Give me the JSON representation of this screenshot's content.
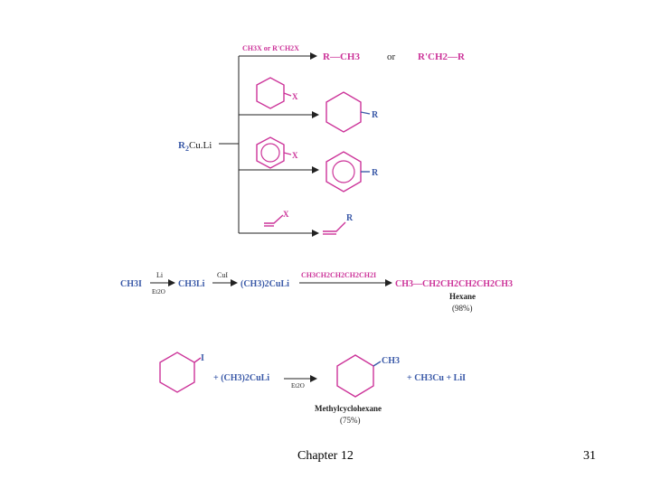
{
  "colors": {
    "magenta": "#cc3399",
    "blue": "#3b5aa8",
    "black": "#222222"
  },
  "scheme": {
    "reagent": "R2Cu.Li",
    "reagent_sub": "2",
    "reagent_rest": "Cu.Li",
    "alkyl_halide": "CH3X or R'CH2X",
    "product_1": "R—CH3",
    "or_text": "or",
    "product_2": "R'CH2—R",
    "ring_substituent_x": "X",
    "ring_substituent_r": "R"
  },
  "reaction2": {
    "start": "CH3I",
    "li_label": "Li",
    "et2o_label": "Et2O",
    "mid1": "CH3Li",
    "cui_label": "CuI",
    "mid2": "(CH3)2CuLi",
    "reagent_above": "CH3CH2CH2CH2CH2I",
    "product": "CH3—CH2CH2CH2CH2CH3",
    "name": "Hexane",
    "yield": "(98%)"
  },
  "reaction3": {
    "iodo": "I",
    "plus_reagent": "+ (CH3)2CuLi",
    "solvent": "Et2O",
    "methyl": "CH3",
    "byproducts": "+ CH3Cu + LiI",
    "name": "Methylcyclohexane",
    "yield": "(75%)"
  },
  "footer": {
    "title": "Chapter 12",
    "page": "31"
  }
}
